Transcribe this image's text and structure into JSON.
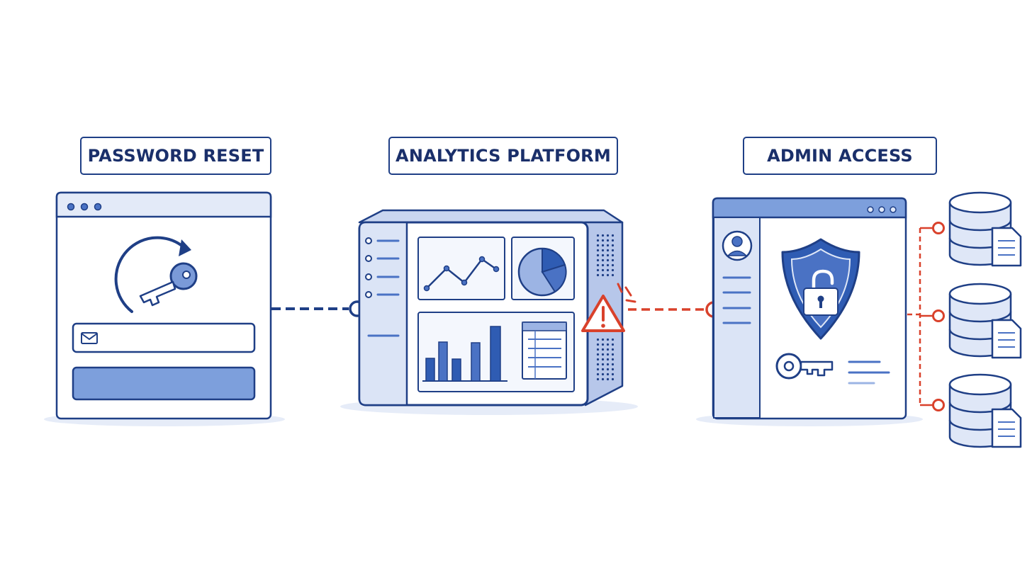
{
  "labels": {
    "password_reset": "PASSWORD RESET",
    "analytics_platform": "ANALYTICS PLATFORM",
    "admin_access": "ADMIN ACCESS"
  },
  "colors": {
    "navy": "#1f3f86",
    "accent_blue": "#4a72c4",
    "light_blue": "#dfe7f7",
    "alert_red": "#d9412b"
  },
  "icons": [
    "reset-arrow-icon",
    "key-icon",
    "mail-icon",
    "line-chart-icon",
    "pie-chart-icon",
    "bar-chart-icon",
    "warning-icon",
    "user-avatar-icon",
    "shield-unlock-icon",
    "database-icon",
    "document-icon"
  ]
}
